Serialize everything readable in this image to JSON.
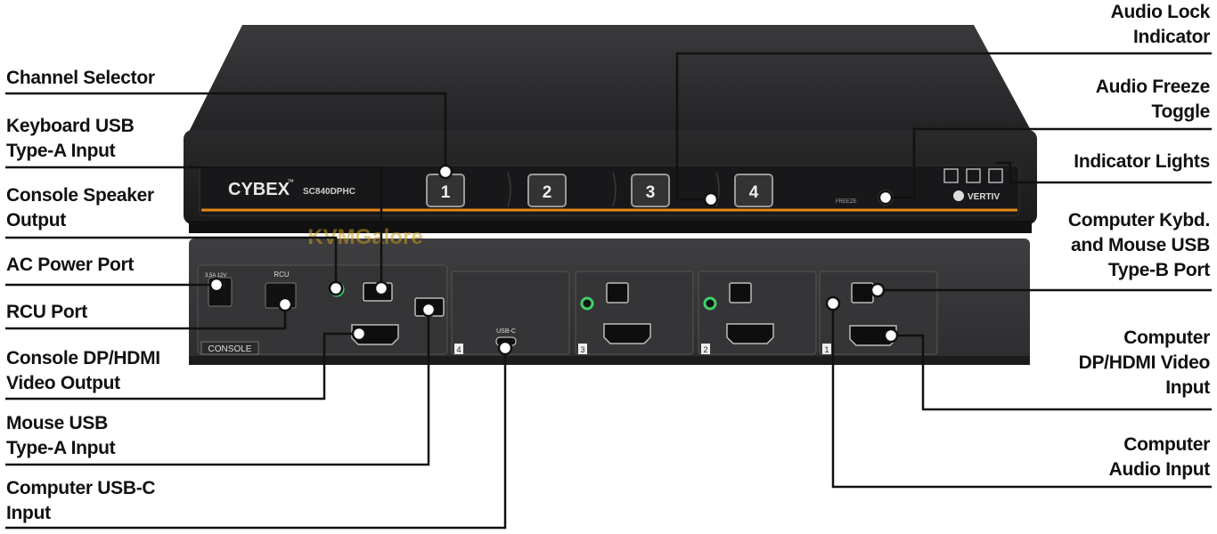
{
  "device": {
    "brand": "CYBEX",
    "trademark": "™",
    "model": "SC840DPHC",
    "maker": "VERTIV",
    "watermark": "KVMGalore",
    "buttons": [
      "1",
      "2",
      "3",
      "4"
    ],
    "freeze_text": "FREEZE",
    "console_text": "CONSOLE",
    "rcu_text": "RCU",
    "usbc_text": "USB-C",
    "power_text": "3.5A 12V",
    "channel_numbers": [
      "4",
      "3",
      "2",
      "1"
    ]
  },
  "callouts": {
    "left": [
      {
        "id": "channel-selector",
        "text": "Channel Selector"
      },
      {
        "id": "keyboard-usb",
        "text": "Keyboard USB\nType-A Input"
      },
      {
        "id": "console-speaker",
        "text": "Console Speaker\nOutput"
      },
      {
        "id": "ac-power",
        "text": "AC Power Port"
      },
      {
        "id": "rcu-port",
        "text": "RCU Port"
      },
      {
        "id": "console-video",
        "text": "Console DP/HDMI\nVideo Output"
      },
      {
        "id": "mouse-usb",
        "text": "Mouse USB\nType-A Input"
      },
      {
        "id": "computer-usbc",
        "text": "Computer USB-C\nInput"
      }
    ],
    "right": [
      {
        "id": "audio-lock",
        "text": "Audio Lock\nIndicator"
      },
      {
        "id": "audio-freeze",
        "text": "Audio Freeze\nToggle"
      },
      {
        "id": "indicator-lights",
        "text": "Indicator Lights"
      },
      {
        "id": "computer-kybd-mouse",
        "text": "Computer Kybd.\nand Mouse USB\nType-B  Port"
      },
      {
        "id": "computer-video",
        "text": "Computer\nDP/HDMI Video\nInput"
      },
      {
        "id": "computer-audio",
        "text": "Computer\nAudio Input"
      }
    ]
  }
}
